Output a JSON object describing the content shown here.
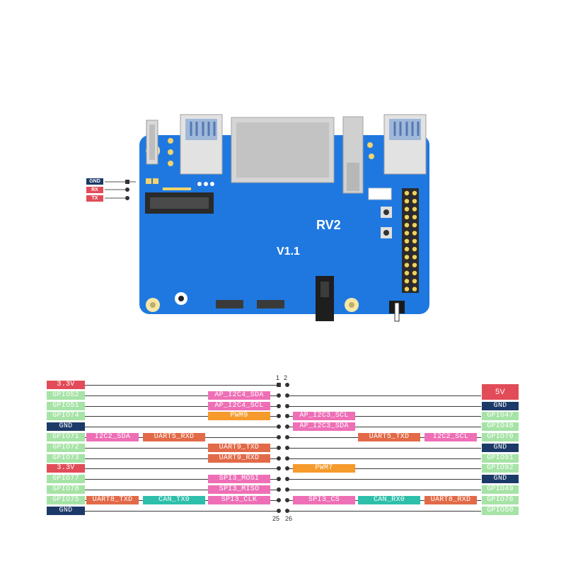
{
  "board": {
    "model": "RV2",
    "version": "V1.1",
    "uart_header": [
      "GND",
      "RX",
      "TX"
    ]
  },
  "colors": {
    "board": "#1f78e0",
    "power": "#e14c58",
    "gnd": "#1c3a68",
    "gpio": "#a6e3a6",
    "i2c": "#ee6fb6",
    "uart": "#e26a48",
    "pwm": "#f59a2b",
    "can": "#2dbfaa"
  },
  "pinout": {
    "top_numbers": [
      "1",
      "2"
    ],
    "bottom_numbers": [
      "25",
      "26"
    ],
    "left": [
      {
        "name": "3.3V",
        "kind": "power",
        "functions": []
      },
      {
        "name": "GPIO52",
        "kind": "gpio",
        "functions": [
          {
            "label": "AP_I2C4_SDA",
            "kind": "i2c"
          }
        ]
      },
      {
        "name": "GPIO51",
        "kind": "gpio",
        "functions": [
          {
            "label": "AP_I2C4_SCL",
            "kind": "i2c"
          }
        ]
      },
      {
        "name": "GPIO74",
        "kind": "gpio",
        "functions": [
          {
            "label": "PWM9",
            "kind": "pwm"
          }
        ]
      },
      {
        "name": "GND",
        "kind": "gnd",
        "functions": []
      },
      {
        "name": "GPIO71",
        "kind": "gpio",
        "functions": [
          {
            "label": "I2C2_SDA",
            "kind": "i2c"
          },
          {
            "label": "UART5_RXD",
            "kind": "uart"
          }
        ]
      },
      {
        "name": "GPIO72",
        "kind": "gpio",
        "functions": [
          {
            "label": "UART9_TXD",
            "kind": "uart"
          }
        ]
      },
      {
        "name": "GPIO73",
        "kind": "gpio",
        "functions": [
          {
            "label": "UART9_RXD",
            "kind": "uart"
          }
        ]
      },
      {
        "name": "3.3V",
        "kind": "power",
        "functions": []
      },
      {
        "name": "GPIO77",
        "kind": "gpio",
        "functions": [
          {
            "label": "SPI3_MOSI",
            "kind": "i2c"
          }
        ]
      },
      {
        "name": "GPIO78",
        "kind": "gpio",
        "functions": [
          {
            "label": "SPI3_MISO",
            "kind": "i2c"
          }
        ]
      },
      {
        "name": "GPIO75",
        "kind": "gpio",
        "functions": [
          {
            "label": "UART8_TXD",
            "kind": "uart"
          },
          {
            "label": "CAN_TX0",
            "kind": "can"
          },
          {
            "label": "SPI3_CLK",
            "kind": "i2c"
          }
        ]
      },
      {
        "name": "GND",
        "kind": "gnd",
        "functions": []
      }
    ],
    "right": [
      {
        "name": "5V",
        "kind": "power",
        "functions": []
      },
      {
        "name": "GND",
        "kind": "gnd",
        "functions": []
      },
      {
        "name": "GPIO47",
        "kind": "gpio",
        "functions": [
          {
            "label": "AP_I2C3_SCL",
            "kind": "i2c"
          }
        ]
      },
      {
        "name": "GPIO48",
        "kind": "gpio",
        "functions": [
          {
            "label": "AP_I2C3_SDA",
            "kind": "i2c"
          }
        ]
      },
      {
        "name": "GPIO70",
        "kind": "gpio",
        "functions": [
          {
            "label": "UART5_TXD",
            "kind": "uart"
          },
          {
            "label": "I2C2_SCL",
            "kind": "i2c"
          }
        ]
      },
      {
        "name": "GND",
        "kind": "gnd",
        "functions": []
      },
      {
        "name": "GPIO91",
        "kind": "gpio",
        "functions": []
      },
      {
        "name": "GPIO92",
        "kind": "gpio",
        "functions": [
          {
            "label": "PWM7",
            "kind": "pwm"
          }
        ]
      },
      {
        "name": "GND",
        "kind": "gnd",
        "functions": []
      },
      {
        "name": "GPIO49",
        "kind": "gpio",
        "functions": []
      },
      {
        "name": "GPIO76",
        "kind": "gpio",
        "functions": [
          {
            "label": "SPI3_CS",
            "kind": "i2c"
          },
          {
            "label": "CAN_RX0",
            "kind": "can"
          },
          {
            "label": "UART8_RXD",
            "kind": "uart"
          }
        ]
      },
      {
        "name": "GPIO50",
        "kind": "gpio",
        "functions": []
      }
    ]
  }
}
